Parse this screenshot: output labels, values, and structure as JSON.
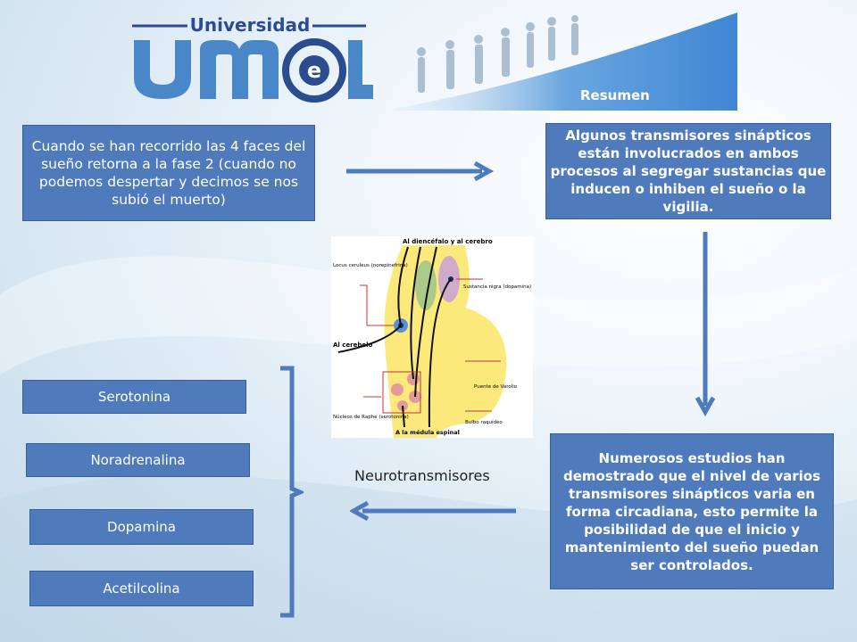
{
  "header": {
    "logo_top": "Universidad",
    "logo_main": "UMEL",
    "section_title": "Resumen"
  },
  "boxes": {
    "top_left": "Cuando se han recorrido las 4 faces del sueño retorna a la fase 2 (cuando no podemos despertar y decimos se nos subió el muerto)",
    "top_right": "Algunos transmisores sinápticos están involucrados en ambos procesos al segregar sustancias que inducen o inhiben el sueño o la vigilia.",
    "bottom_right": "Numerosos estudios han demostrado que el nivel de varios transmisores sinápticos varia en forma circadiana, esto permite la posibilidad de que el inicio y mantenimiento del sueño puedan ser controlados."
  },
  "neurotransmitters": {
    "label": "Neurotransmisores",
    "items": [
      "Serotonina",
      "Noradrenalina",
      "Dopamina",
      "Acetilcolina"
    ]
  },
  "diagram": {
    "top": "Al diencéfalo y al cerebro",
    "locus": "Locus ceruleus (norepinefrina)",
    "nigra": "Sustancia nigra (dopamina)",
    "cerebelo": "Al cerebelo",
    "puente": "Puente de Varolio",
    "raphe": "Núcleos de Raphe (serotonina)",
    "bulbo": "Bulbo raquídeo",
    "medula": "A la médula espinal"
  },
  "colors": {
    "box_fill": "#4f7bbd",
    "arrow": "#4f7bbd",
    "logo_blue": "#4a87c8",
    "header_band": "#4a8fd6"
  }
}
